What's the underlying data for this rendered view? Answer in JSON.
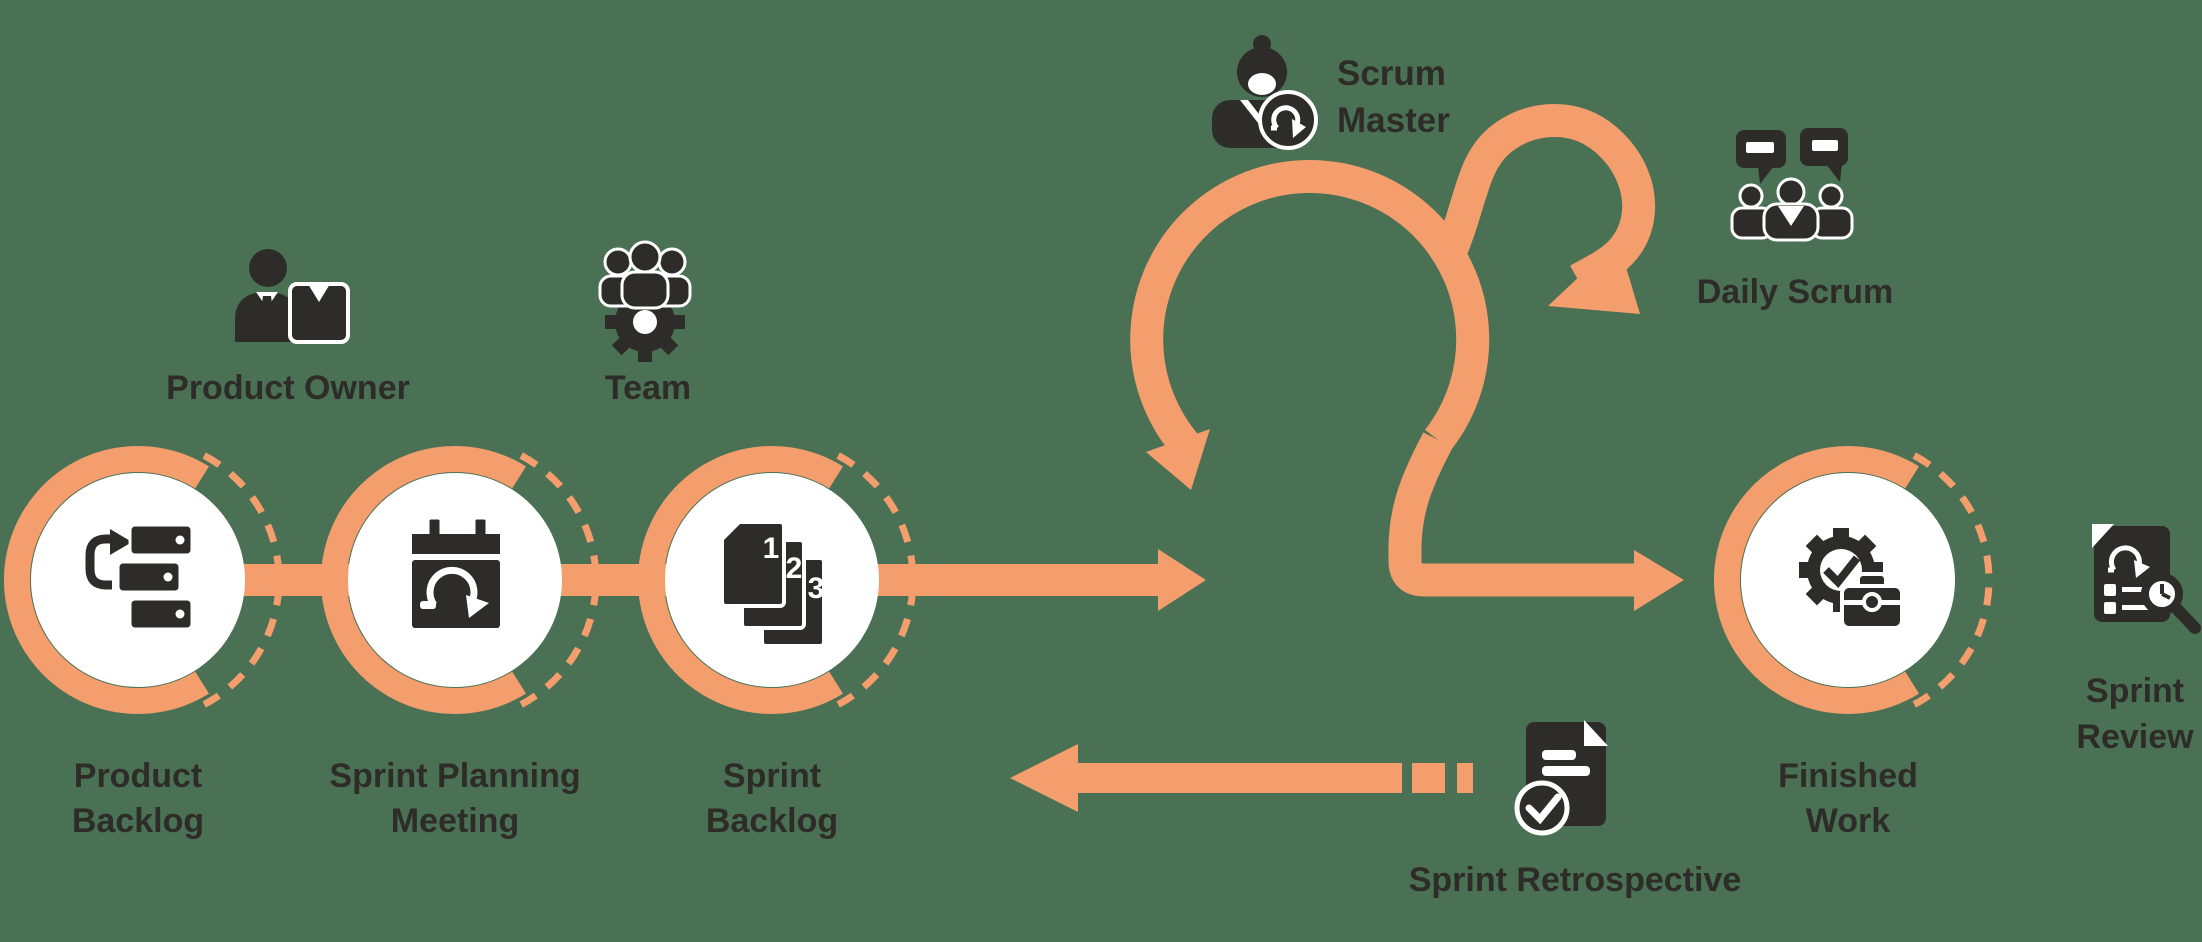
{
  "palette": {
    "background": "#4A7154",
    "accent": "#F49D6D",
    "ink": "#2E2C29",
    "white": "#FFFFFF"
  },
  "actors": {
    "product_owner": {
      "label": "Product Owner",
      "icon": "person-with-box-icon"
    },
    "team": {
      "label": "Team",
      "icon": "people-over-gear-icon"
    },
    "scrum_master": {
      "line1": "Scrum",
      "line2": "Master",
      "icon": "person-with-loop-badge-icon"
    },
    "daily_scrum": {
      "label": "Daily Scrum",
      "icon": "chat-bubbles-people-icon"
    }
  },
  "stages": {
    "product_backlog": {
      "line1": "Product",
      "line2": "Backlog",
      "icon": "stacked-list-with-arrow-icon"
    },
    "sprint_planning": {
      "line1": "Sprint Planning",
      "line2": "Meeting",
      "icon": "calendar-with-sprint-loop-icon"
    },
    "sprint_backlog": {
      "line1": "Sprint",
      "line2": "Backlog",
      "icon": "numbered-cards-1-2-3-icon"
    },
    "finished_work": {
      "line1": "Finished",
      "line2": "Work",
      "icon": "gear-check-briefcase-icon"
    }
  },
  "events": {
    "sprint_review": {
      "line1": "Sprint",
      "line2": "Review",
      "icon": "document-magnifier-clock-icon"
    },
    "sprint_retrospective": {
      "label": "Sprint Retrospective",
      "icon": "document-with-check-icon"
    }
  },
  "cards": {
    "card1": "1",
    "card2": "2",
    "card3": "3"
  }
}
